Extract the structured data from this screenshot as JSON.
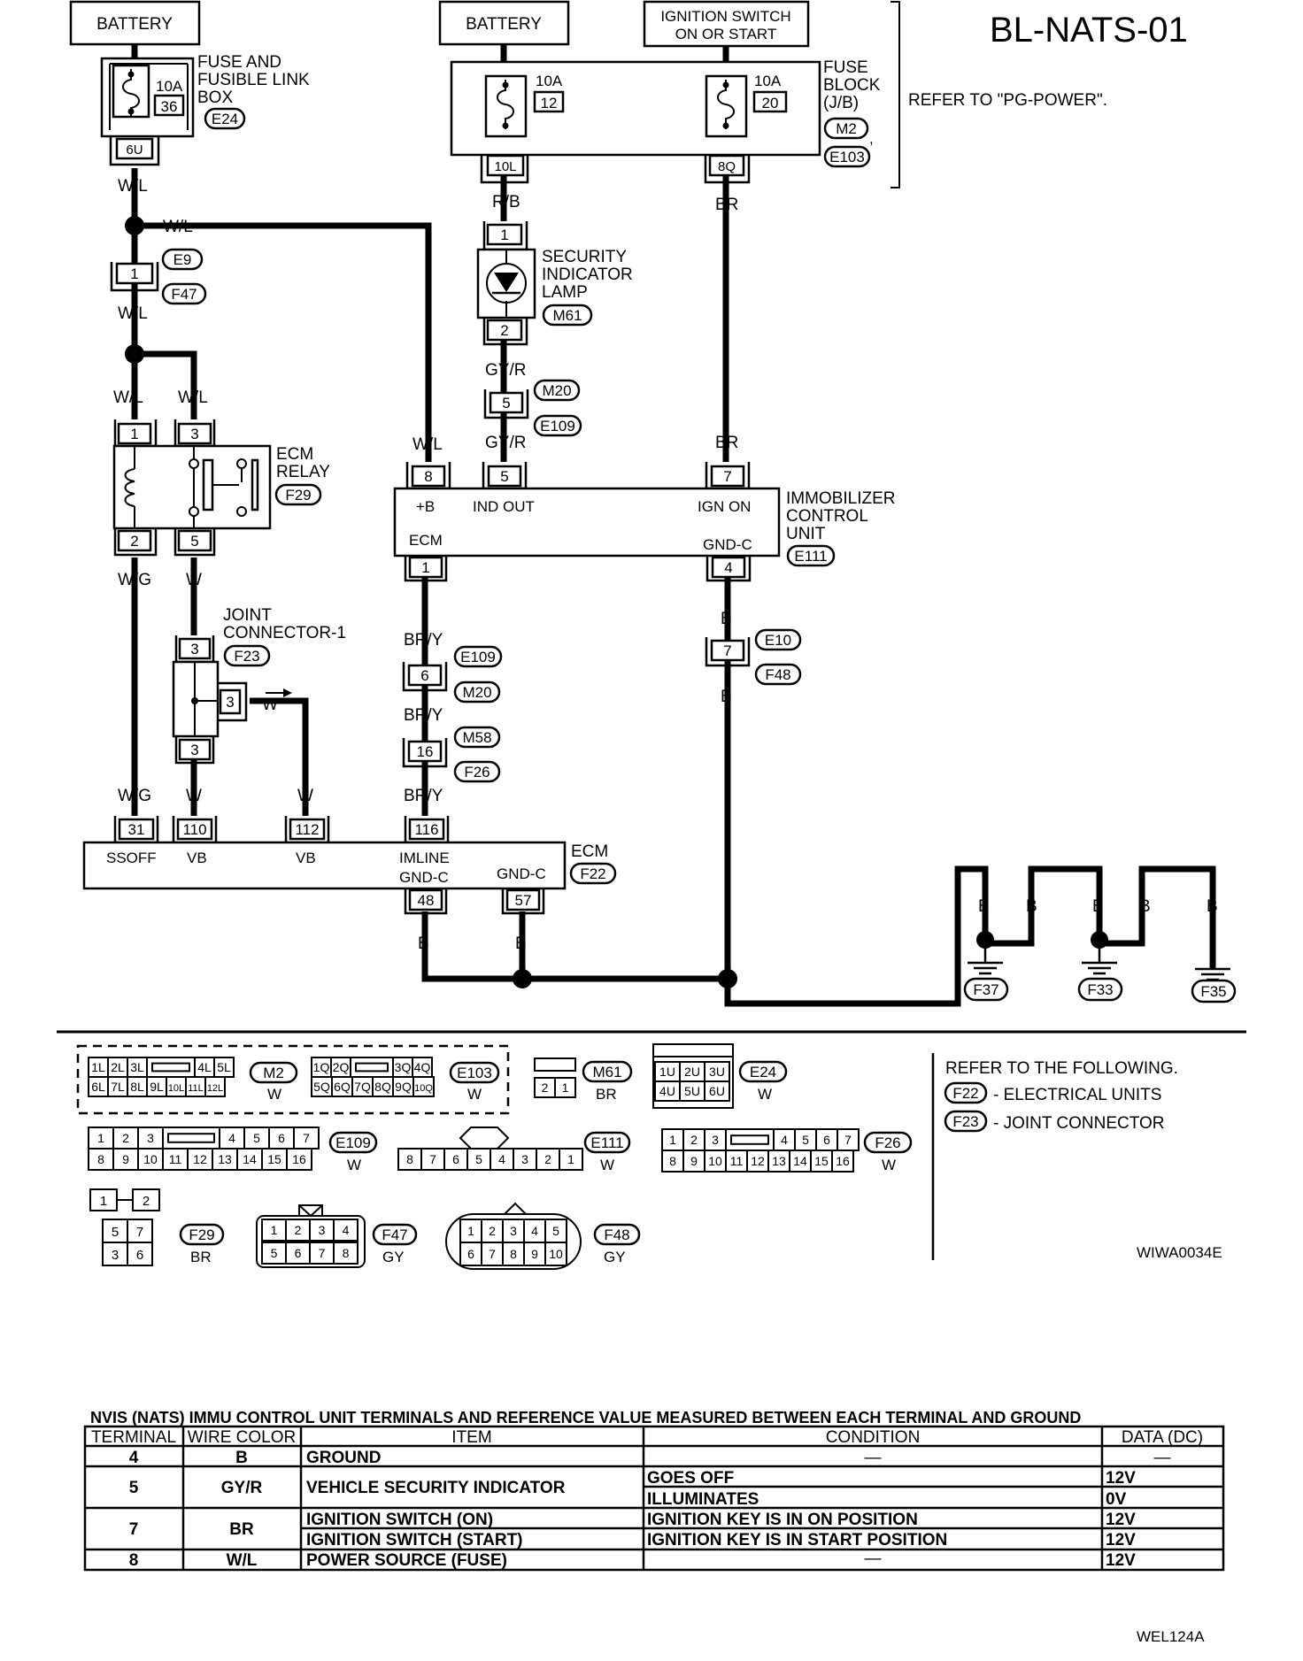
{
  "diagram_id": "BL-NATS-01",
  "refer_note": "REFER TO \"PG-POWER\".",
  "source_boxes": {
    "battery_1": "BATTERY",
    "battery_2": "BATTERY",
    "ignition_line1": "IGNITION SWITCH",
    "ignition_line2": "ON OR START"
  },
  "fuse_link_box": {
    "name_lines": [
      "FUSE AND",
      "FUSIBLE LINK",
      "BOX"
    ],
    "fuse_rating": "10A",
    "fuse_number": "36",
    "connector": "E24",
    "terminal": "6U"
  },
  "fuse_block": {
    "name_lines": [
      "FUSE",
      "BLOCK",
      "(J/B)"
    ],
    "fuse1_rating": "10A",
    "fuse1_number": "12",
    "fuse2_rating": "10A",
    "fuse2_number": "20",
    "terminal1": "10L",
    "terminal2": "8Q",
    "connector1": "M2",
    "connector2": "E103",
    "comma": ","
  },
  "security_lamp": {
    "name_lines": [
      "SECURITY",
      "INDICATOR",
      "LAMP"
    ],
    "connector": "M61",
    "pin_top": "1",
    "pin_bottom": "2"
  },
  "ecm_relay": {
    "name_lines": [
      "ECM",
      "RELAY"
    ],
    "connector": "F29",
    "pins": [
      "1",
      "3",
      "2",
      "5"
    ]
  },
  "joint_connector": {
    "name_lines": [
      "JOINT",
      "CONNECTOR-1"
    ],
    "connector": "F23",
    "pin_top": "3",
    "pin_right": "3",
    "pin_bottom": "3"
  },
  "immobilizer": {
    "name_lines": [
      "IMMOBILIZER",
      "CONTROL",
      "UNIT"
    ],
    "connector": "E111",
    "pins": {
      "b": "8",
      "ind": "5",
      "ign": "7",
      "ecm": "1",
      "gnd": "4"
    },
    "terms": {
      "b": "+B",
      "ind": "IND OUT",
      "ign": "IGN ON",
      "ecm": "ECM",
      "gnd": "GND-C"
    }
  },
  "ecm": {
    "name": "ECM",
    "connector": "F22",
    "pins": {
      "ssoff": "31",
      "vb1": "110",
      "vb2": "112",
      "imline": "116",
      "gndc1": "48",
      "gndc2": "57"
    },
    "terms": {
      "ssoff": "SSOFF",
      "vb1": "VB",
      "vb2": "VB",
      "imline": "IMLINE",
      "gndc1": "GND-C",
      "gndc2": "GND-C"
    }
  },
  "inline_connectors": {
    "e9_f47": {
      "pin": "1",
      "c1": "E9",
      "c2": "F47"
    },
    "m20_e109": {
      "pin": "5",
      "c1": "M20",
      "c2": "E109"
    },
    "e109_m20": {
      "pin": "6",
      "c1": "E109",
      "c2": "M20"
    },
    "m58_f26": {
      "pin": "16",
      "c1": "M58",
      "c2": "F26"
    },
    "e10_f48": {
      "pin": "7",
      "c1": "E10",
      "c2": "F48"
    }
  },
  "wire_labels": {
    "wl": "W/L",
    "rb": "R/B",
    "br": "BR",
    "gyr": "GY/R",
    "wg": "W/G",
    "w": "W",
    "bry": "BR/Y",
    "b": "B"
  },
  "grounds": [
    "F37",
    "F33",
    "F35"
  ],
  "connector_views": {
    "m2": {
      "cells_top": [
        "1L",
        "2L",
        "3L",
        "4L",
        "5L"
      ],
      "cells_bottom": [
        "6L",
        "7L",
        "8L",
        "9L",
        "10L",
        "11L",
        "12L"
      ],
      "id": "M2",
      "color": "W"
    },
    "e103": {
      "cells_top": [
        "1Q",
        "2Q",
        "3Q",
        "4Q"
      ],
      "cells_bottom": [
        "5Q",
        "6Q",
        "7Q",
        "8Q",
        "9Q",
        "10Q"
      ],
      "id": "E103",
      "color": "W"
    },
    "m61": {
      "cells": [
        "2",
        "1"
      ],
      "id": "M61",
      "color": "BR"
    },
    "e24": {
      "cells_top": [
        "1U",
        "2U",
        "3U"
      ],
      "cells_bottom": [
        "4U",
        "5U",
        "6U"
      ],
      "id": "E24",
      "color": "W"
    },
    "e109": {
      "cells_top": [
        "1",
        "2",
        "3",
        "4",
        "5",
        "6",
        "7"
      ],
      "cells_bottom": [
        "8",
        "9",
        "10",
        "11",
        "12",
        "13",
        "14",
        "15",
        "16"
      ],
      "id": "E109",
      "color": "W"
    },
    "e111": {
      "cells": [
        "8",
        "7",
        "6",
        "5",
        "4",
        "3",
        "2",
        "1"
      ],
      "id": "E111",
      "color": "W"
    },
    "f26": {
      "cells_top": [
        "1",
        "2",
        "3",
        "4",
        "5",
        "6",
        "7"
      ],
      "cells_bottom": [
        "8",
        "9",
        "10",
        "11",
        "12",
        "13",
        "14",
        "15",
        "16"
      ],
      "id": "F26",
      "color": "W"
    },
    "f29": {
      "cells": [
        "1",
        "2",
        "5",
        "7",
        "3",
        "6"
      ],
      "id": "F29",
      "color": "BR"
    },
    "f47": {
      "cells_top": [
        "1",
        "2",
        "3",
        "4"
      ],
      "cells_bottom": [
        "5",
        "6",
        "7",
        "8"
      ],
      "id": "F47",
      "color": "GY"
    },
    "f48": {
      "cells_top": [
        "1",
        "2",
        "3",
        "4",
        "5"
      ],
      "cells_bottom": [
        "6",
        "7",
        "8",
        "9",
        "10"
      ],
      "id": "F48",
      "color": "GY"
    }
  },
  "refer_following": {
    "title": "REFER TO THE FOLLOWING.",
    "items": [
      {
        "id": "F22",
        "text": "- ELECTRICAL UNITS"
      },
      {
        "id": "F23",
        "text": "- JOINT CONNECTOR"
      }
    ]
  },
  "figure_code_1": "WIWA0034E",
  "table": {
    "title": "NVIS (NATS) IMMU CONTROL UNIT TERMINALS AND REFERENCE VALUE MEASURED BETWEEN EACH TERMINAL AND GROUND",
    "headers": [
      "TERMINAL",
      "WIRE COLOR",
      "ITEM",
      "CONDITION",
      "DATA (DC)"
    ],
    "rows": [
      {
        "terminal": "4",
        "wire": "B",
        "item": "GROUND",
        "conditions": [
          "—"
        ],
        "data": [
          "—"
        ]
      },
      {
        "terminal": "5",
        "wire": "GY/R",
        "item": "VEHICLE SECURITY INDICATOR",
        "conditions": [
          "GOES OFF",
          "ILLUMINATES"
        ],
        "data": [
          "12V",
          "0V"
        ]
      },
      {
        "terminal": "7",
        "wire": "BR",
        "items": [
          "IGNITION SWITCH (ON)",
          "IGNITION SWITCH (START)"
        ],
        "conditions": [
          "IGNITION KEY IS IN ON POSITION",
          "IGNITION KEY IS IN  START POSITION"
        ],
        "data": [
          "12V",
          "12V"
        ]
      },
      {
        "terminal": "8",
        "wire": "W/L",
        "item": "POWER SOURCE (FUSE)",
        "conditions": [
          "—"
        ],
        "data": [
          "12V"
        ]
      }
    ]
  },
  "figure_code_2": "WEL124A"
}
